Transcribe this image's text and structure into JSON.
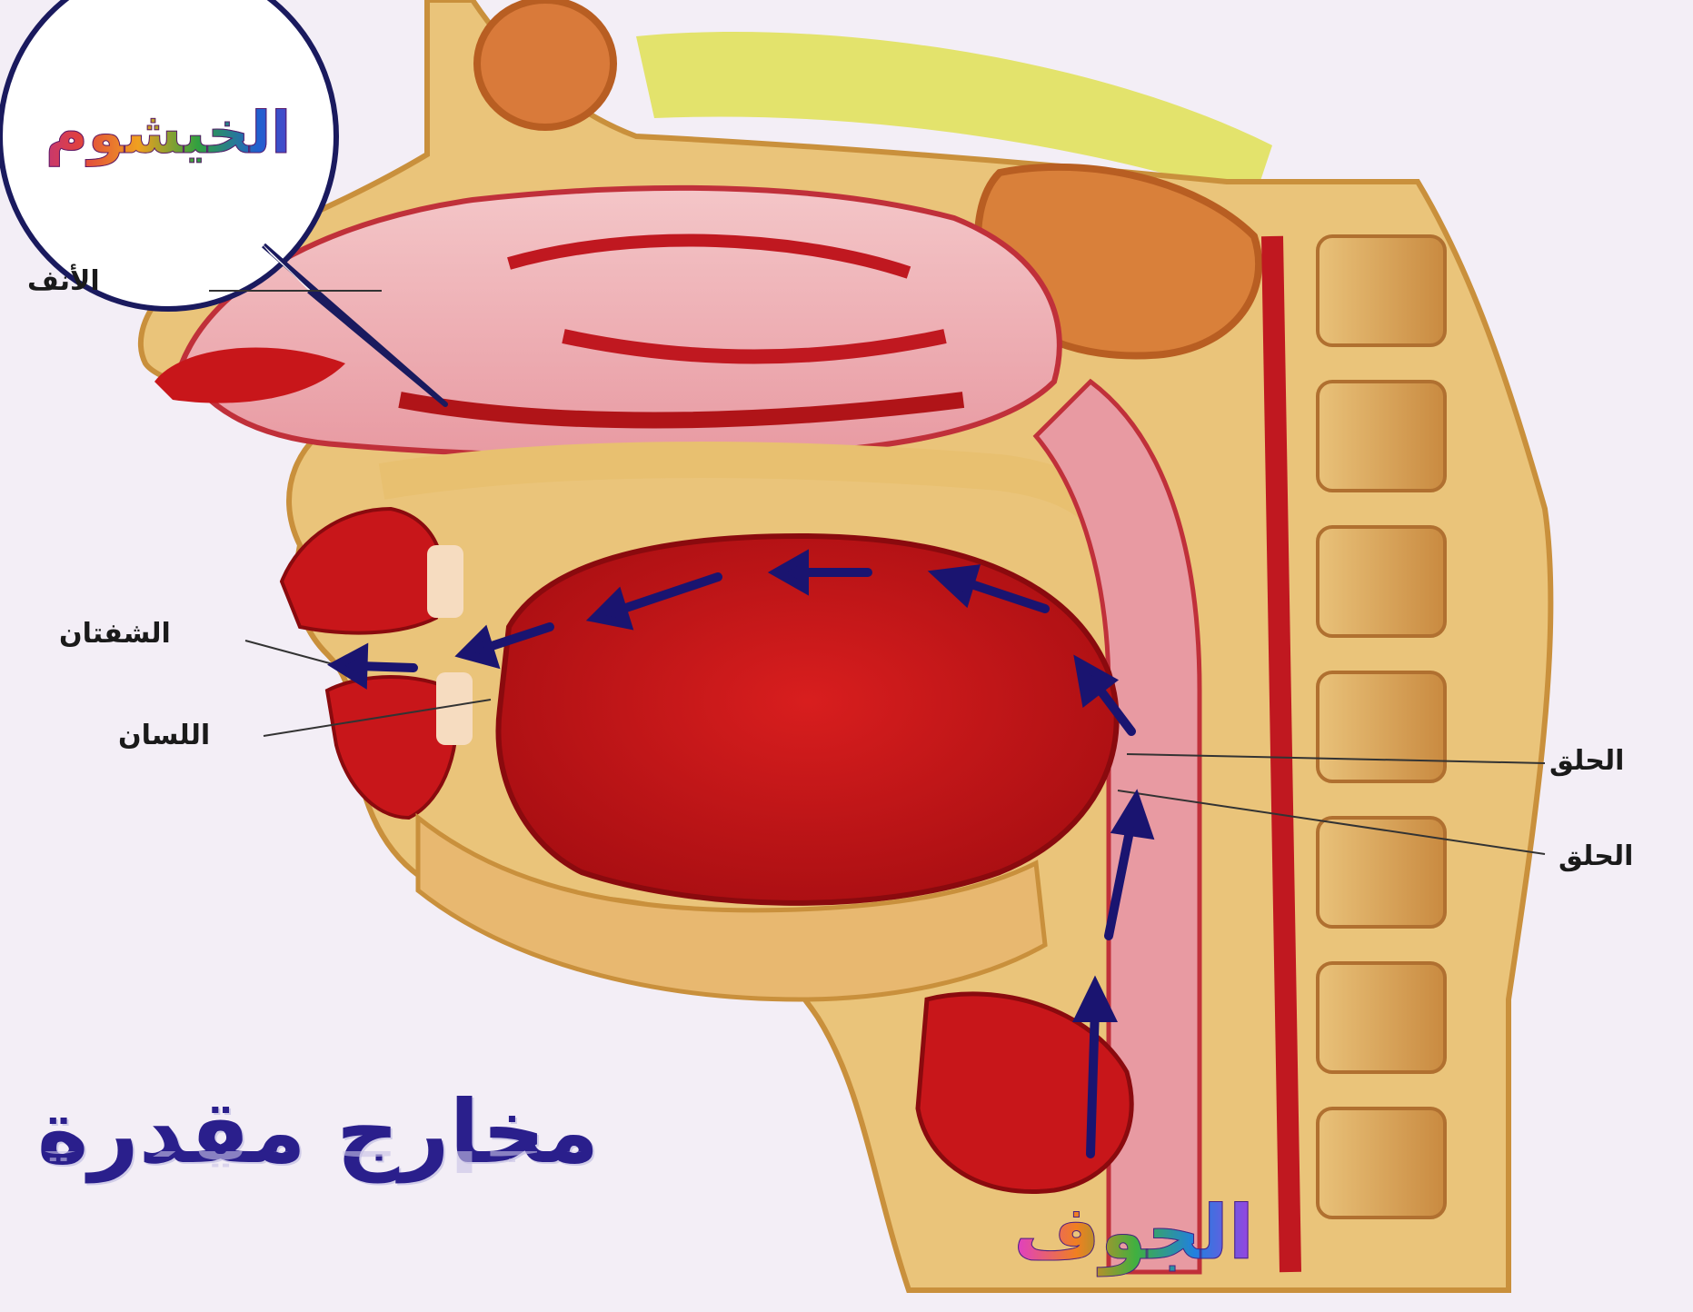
{
  "labels": {
    "khayshum": "الخيشوم",
    "jawf": "الجوف",
    "title": "مخارج مقدرة",
    "nose": "الأنف",
    "lips": "الشفتان",
    "tongue": "اللسان",
    "throat_upper": "الحلق",
    "throat_lower": "الحلق"
  },
  "colors": {
    "arrow": "#1a1470",
    "bubble_stroke": "#1a1a5e",
    "tissue_red": "#c8161a",
    "tissue_pink": "#e8a0a8",
    "bone_yellow": "#e8c070",
    "background": "#f3eef6"
  }
}
